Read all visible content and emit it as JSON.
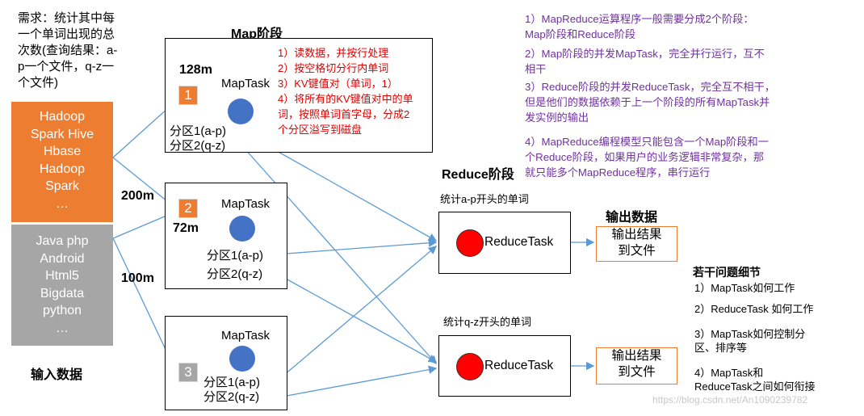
{
  "requirement": "需求：统计其中每\n一个单词出现的总\n次数(查询结果：a-\np一个文件，q-z一\n个文件)",
  "input_blocks": [
    {
      "text": "Hadoop\nSpark Hive\nHbase\nHadoop\nSpark\n…",
      "color": "#ed7d31"
    },
    {
      "text": "Java php\nAndroid\nHtml5\nBigdata\npython\n…",
      "color": "#a6a6a6"
    }
  ],
  "input_label": "输入数据",
  "map_stage_title": "Map阶段",
  "reduce_stage_title": "Reduce阶段",
  "output_stage_title": "输出数据",
  "splits": [
    {
      "size": "128m",
      "number": "1",
      "color": "#ed7d31",
      "task": "MapTask",
      "partition1": "分区1(a-p)",
      "partition2": "分区2(q-z)"
    },
    {
      "size": "200m",
      "sub_size": "72m",
      "number": "2",
      "color": "#ed7d31",
      "task": "MapTask",
      "partition1": "分区1(a-p)",
      "partition2": "分区2(q-z)"
    },
    {
      "size": "100m",
      "number": "3",
      "color": "#a6a6a6",
      "task": "MapTask",
      "partition1": "分区1(a-p)",
      "partition2": "分区2(q-z)"
    }
  ],
  "map_steps": "1）读数据，并按行处理\n2）按空格切分行内单词\n3）KV键值对（单词，1）\n4）将所有的KV键值对中的单\n词，按照单词首字母，分成2\n个分区溢写到磁盘",
  "reduce_tasks": [
    {
      "caption": "统计a-p开头的单词",
      "task": "ReduceTask",
      "output": "输出结果\n到文件"
    },
    {
      "caption": "统计q-z开头的单词",
      "task": "ReduceTask",
      "output": "输出结果\n到文件"
    }
  ],
  "notes": [
    "1）MapReduce运算程序一般需要分成2个阶段：\nMap阶段和Reduce阶段",
    "2）Map阶段的并发MapTask，完全并行运行，互不\n相干",
    "3）Reduce阶段的并发ReduceTask，完全互不相干，\n但是他们的数据依赖于上一个阶段的所有MapTask并\n发实例的输出",
    "4）MapReduce编程模型只能包含一个Map阶段和一\n个Reduce阶段，如果用户的业务逻辑非常复杂，那\n就只能多个MapReduce程序，串行运行"
  ],
  "questions_title": "若干问题细节",
  "questions": [
    "1）MapTask如何工作",
    "2）ReduceTask 如何工作",
    "3）MapTask如何控制分\n区、排序等",
    "4）MapTask和\nReduceTask之间如何衔接"
  ],
  "watermark": "https://blog.csdn.net/An1090239782",
  "colors": {
    "map_circle": "#4472c4",
    "reduce_circle": "#ff0000",
    "arrow": "#5b9bd5"
  }
}
